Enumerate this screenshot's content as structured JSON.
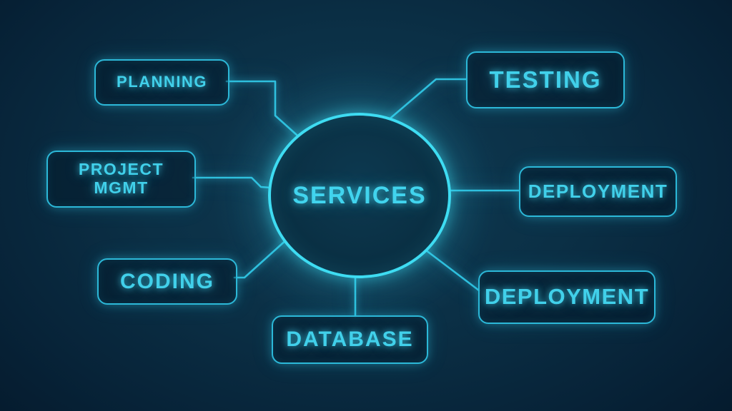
{
  "diagram": {
    "center_label": "SERVICES",
    "nodes": [
      {
        "id": "planning",
        "label": "PLANNING"
      },
      {
        "id": "testing",
        "label": "TESTING"
      },
      {
        "id": "project-mgmt",
        "lines": [
          "PROJECT",
          "MGMT"
        ]
      },
      {
        "id": "deployment-right",
        "label": "DEPLOYMENT"
      },
      {
        "id": "coding",
        "label": "CODING"
      },
      {
        "id": "database",
        "label": "DATABASE"
      },
      {
        "id": "deployment-bottom",
        "label": "DEPLOYMENT"
      }
    ],
    "colors": {
      "background_dark": "#04182a",
      "background_mid": "#0b3046",
      "connector_line": "#2fc0de",
      "circle_stroke": "#3edcf2",
      "box_border": "#2cb8d8",
      "text": "#41d0ea"
    }
  }
}
